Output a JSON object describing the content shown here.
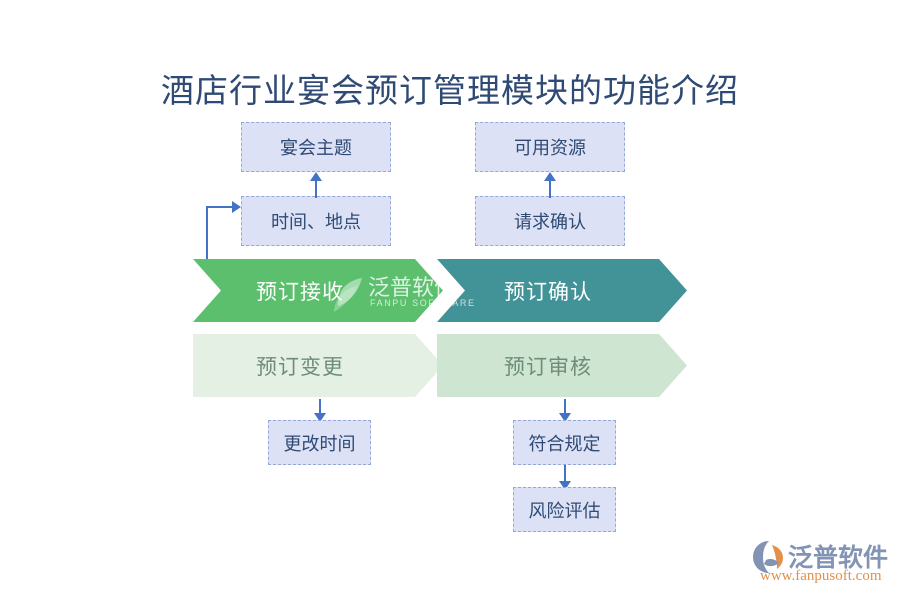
{
  "page": {
    "title": "酒店行业宴会预订管理模块的功能介绍",
    "background": "#FFFFFF",
    "title_color": "#2F4A74"
  },
  "colors": {
    "box_fill": "#DCE1F5",
    "box_border": "#93A7DD",
    "box_text": "#2F4A74",
    "connector": "#4472C4",
    "chevron_green": "#5CBF6D",
    "chevron_teal": "#429398",
    "chevron_pale_1": "#E4F0E3",
    "chevron_pale_2": "#CEE5D1",
    "chevron_text_light": "#FFFFFF",
    "chevron_text_pale": "#6E8C7C",
    "logo_blue": "#8293B4",
    "logo_orange": "#E2914C"
  },
  "detail_boxes": [
    {
      "id": "banquet-theme",
      "label": "宴会主题"
    },
    {
      "id": "time-location",
      "label": "时间、地点"
    },
    {
      "id": "available-resources",
      "label": "可用资源"
    },
    {
      "id": "request-confirm",
      "label": "请求确认"
    },
    {
      "id": "change-time",
      "label": "更改时间"
    },
    {
      "id": "meets-regulation",
      "label": "符合规定"
    },
    {
      "id": "risk-assessment",
      "label": "风险评估"
    }
  ],
  "chevrons": {
    "top_row": [
      {
        "id": "booking-receive",
        "label": "预订接收"
      },
      {
        "id": "booking-confirm",
        "label": "预订确认"
      }
    ],
    "bottom_row": [
      {
        "id": "booking-change",
        "label": "预订变更"
      },
      {
        "id": "booking-review",
        "label": "预订审核"
      }
    ]
  },
  "watermark": {
    "name": "泛普软件",
    "tagline": "FANPU SOFTWARE"
  },
  "logo": {
    "name": "泛普软件",
    "url": "www.fanpusoft.com"
  }
}
